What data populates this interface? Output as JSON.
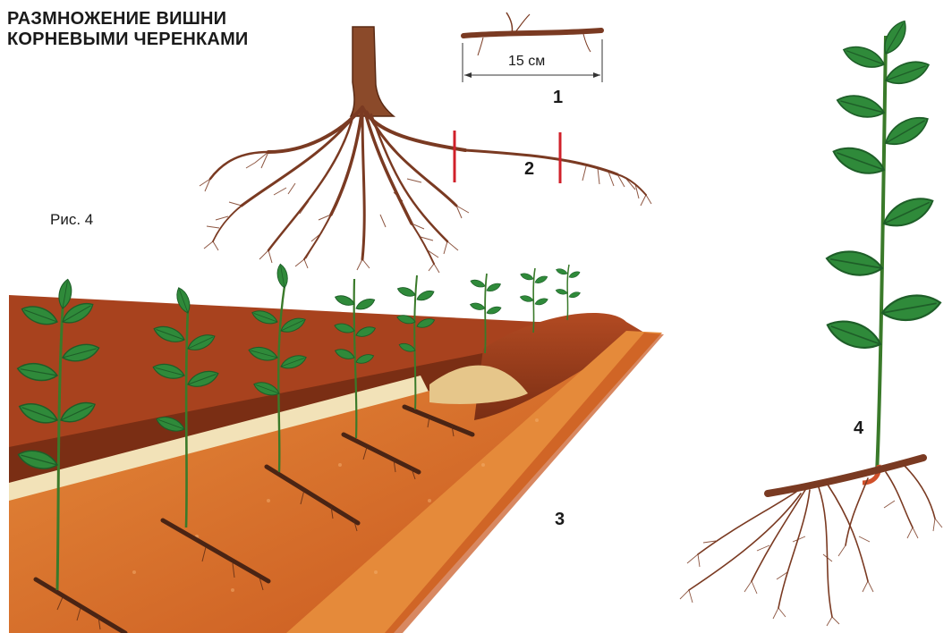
{
  "title": {
    "line1": "РАЗМНОЖЕНИЕ ВИШНИ",
    "line2": "КОРНЕВЫМИ ЧЕРЕНКАМИ"
  },
  "figure_label": "Рис. 4",
  "measurement": "15 см",
  "step_labels": [
    "1",
    "2",
    "3",
    "4"
  ],
  "colors": {
    "root": "#7a3a22",
    "cut_mark": "#d0202a",
    "leaf": "#2f8a3a",
    "leaf_dark": "#1e5e28",
    "soil": "#d8742c",
    "soil_dark": "#8b3a1a"
  }
}
